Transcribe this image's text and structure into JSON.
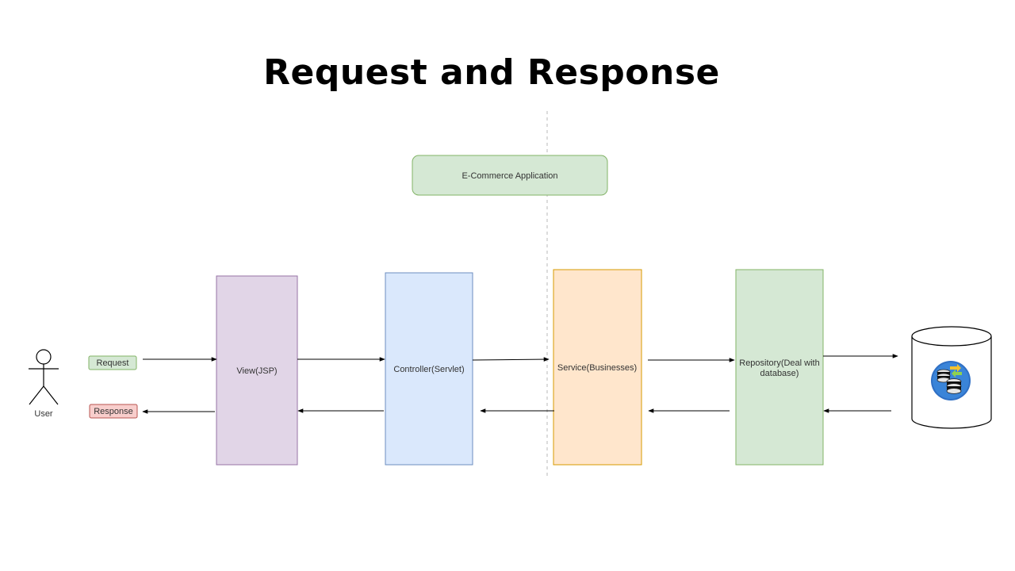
{
  "title": "Request and Response",
  "app_label": "E-Commerce Application",
  "actor": {
    "label": "User"
  },
  "tags": {
    "request": "Request",
    "response": "Response"
  },
  "components": {
    "view": "View(JSP)",
    "controller": "Controller(Servlet)",
    "service": "Service(Businesses)",
    "repository_line1": "Repository(Deal with",
    "repository_line2": "database)"
  },
  "colors": {
    "view_fill": "#e1d5e7",
    "view_stroke": "#9673a6",
    "controller_fill": "#dae8fc",
    "controller_stroke": "#6c8ebf",
    "service_fill": "#ffe6cc",
    "service_stroke": "#d79b00",
    "repository_fill": "#d5e8d4",
    "repository_stroke": "#82b366",
    "request_fill": "#d5e8d4",
    "request_stroke": "#82b366",
    "response_fill": "#f8cecc",
    "response_stroke": "#b85450"
  },
  "icons": {
    "database": "database-cylinder-icon",
    "actor": "stick-figure-icon"
  }
}
